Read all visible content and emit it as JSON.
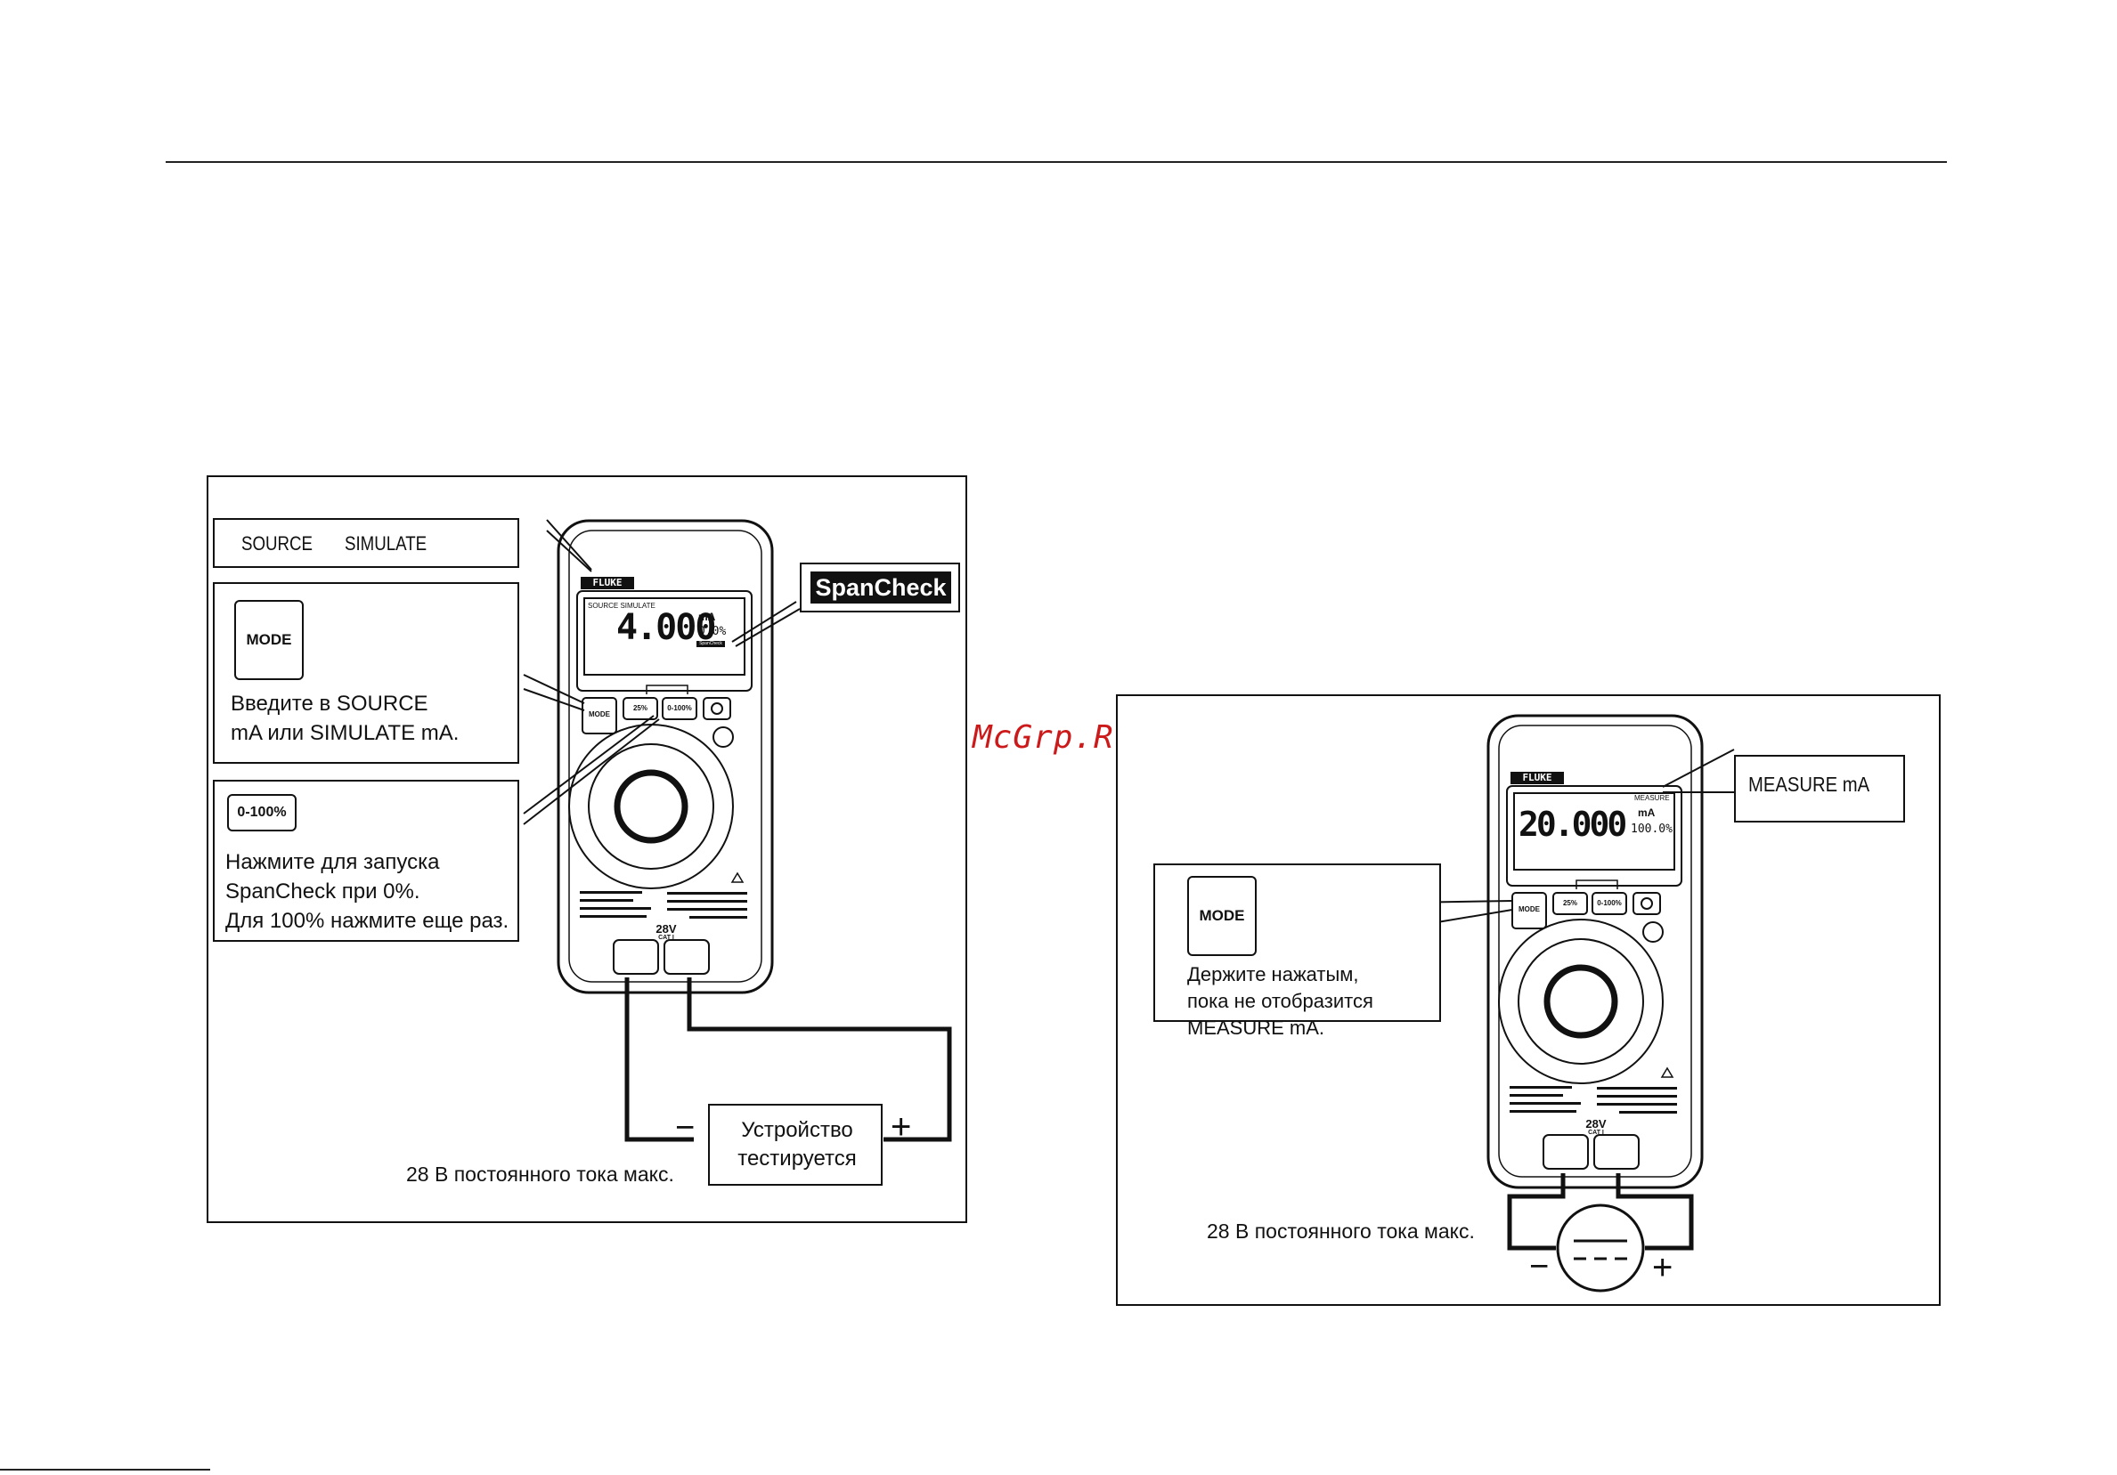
{
  "watermark": "McGrp.Ru",
  "left_figure": {
    "modes_label": {
      "source": "SOURCE",
      "simulate": "SIMULATE"
    },
    "mode_callout": {
      "key_label": "MODE",
      "text": "Введите в SOURCE\nmA или SIMULATE mA."
    },
    "range_callout": {
      "key_label": "0-100%",
      "text": "Нажмите для запуска\nSpanCheck при 0%.\nДля 100% нажмите еще раз."
    },
    "spancheck_badge": "SpanCheck",
    "device": {
      "brand": "FLUKE",
      "lcd_mode": "SOURCE SIMULATE",
      "lcd_value": "4.000",
      "lcd_unit": "mA",
      "lcd_percent": "0.0%",
      "lcd_flag": "SpanCheck",
      "key_mode": "MODE",
      "key_25": "25%",
      "key_range": "0-100%",
      "voltage_badge": "28V",
      "cat_badge": "CAT I"
    },
    "dut_box": "Устройство\nтестируется",
    "minus": "−",
    "plus": "+",
    "note": "28 В постоянного тока макс."
  },
  "right_figure": {
    "measure_callout": "MEASURE mA",
    "mode_callout": {
      "key_label": "MODE",
      "text": "Держите нажатым,\nпока не отобразится\nMEASURE mA."
    },
    "device": {
      "brand": "FLUKE",
      "lcd_mode": "MEASURE",
      "lcd_value": "20.000",
      "lcd_unit": "mA",
      "lcd_percent": "100.0%",
      "key_mode": "MODE",
      "key_25": "25%",
      "key_range": "0-100%",
      "voltage_badge": "28V",
      "cat_badge": "CAT I"
    },
    "minus": "−",
    "plus": "+",
    "note": "28 В постоянного тока макс."
  }
}
